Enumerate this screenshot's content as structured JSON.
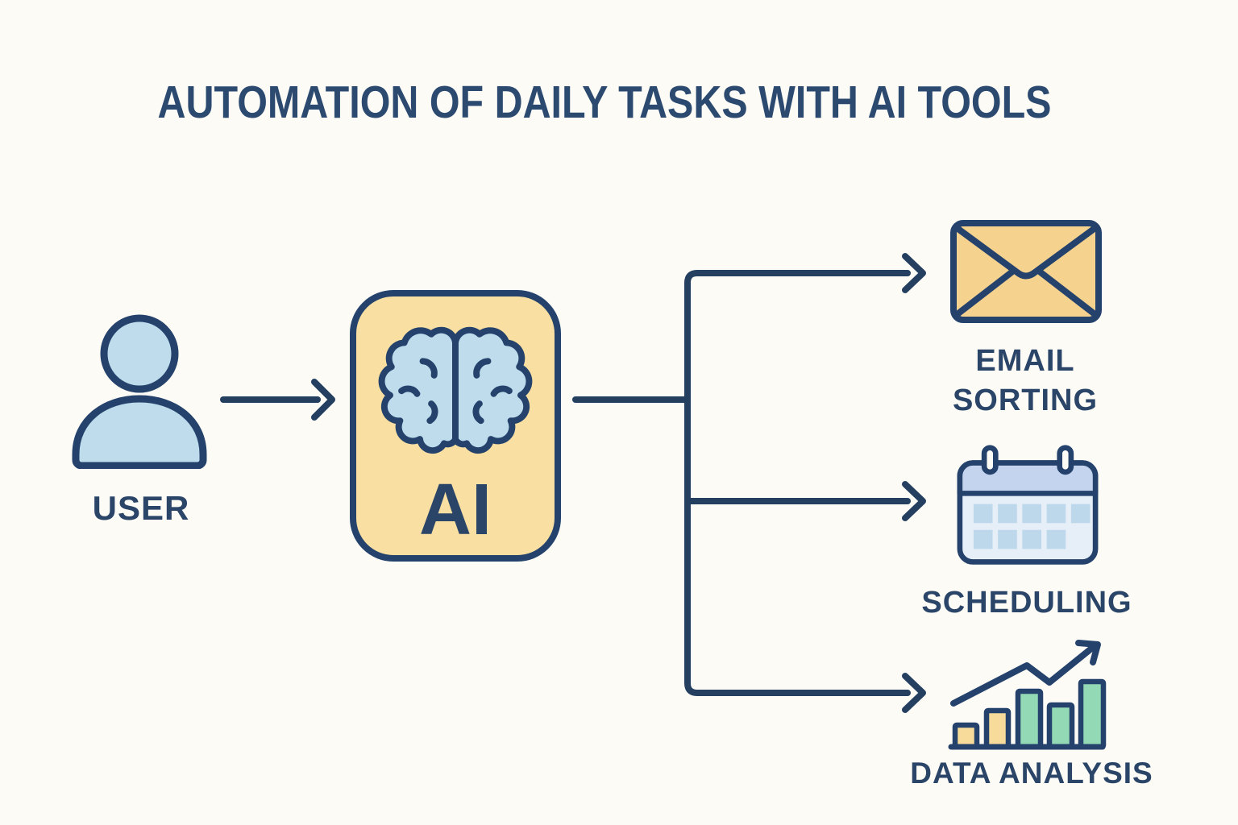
{
  "title": "AUTOMATION OF DAILY TASKS WITH AI TOOLS",
  "flow": {
    "user": {
      "label": "USER",
      "icon": "person-icon"
    },
    "ai": {
      "label": "AI",
      "icon": "brain-icon"
    },
    "outputs": [
      {
        "id": "email-sorting",
        "label": "EMAIL SORTING",
        "icon": "envelope-icon"
      },
      {
        "id": "scheduling",
        "label": "SCHEDULING",
        "icon": "calendar-icon"
      },
      {
        "id": "data-analysis",
        "label": "DATA ANALYSIS",
        "icon": "bar-chart-trend-icon"
      }
    ]
  },
  "connections": [
    "user -> ai",
    "ai -> email-sorting",
    "ai -> scheduling",
    "ai -> data-analysis"
  ],
  "colors": {
    "background": "#fcfbf6",
    "text_navy": "#2a4568",
    "line_navy": "#243f60",
    "light_blue": "#bfdcec",
    "pale_blue": "#e6eef8",
    "periwinkle": "#c5d4ee",
    "calendar_cell_blue": "#bed8eb",
    "ai_box_yellow": "#f9e0a2",
    "envelope_yellow": "#f6d28f",
    "bar_yellow": "#f7db9b",
    "bar_green": "#93d9b5"
  },
  "icon_bar_chart_detail": {
    "type": "bar",
    "bar_relative_heights": [
      27,
      45,
      69,
      52,
      81
    ],
    "bar_colors": [
      "yellow",
      "yellow",
      "green",
      "green",
      "green"
    ],
    "overlay": "rising zigzag trend arrow"
  }
}
